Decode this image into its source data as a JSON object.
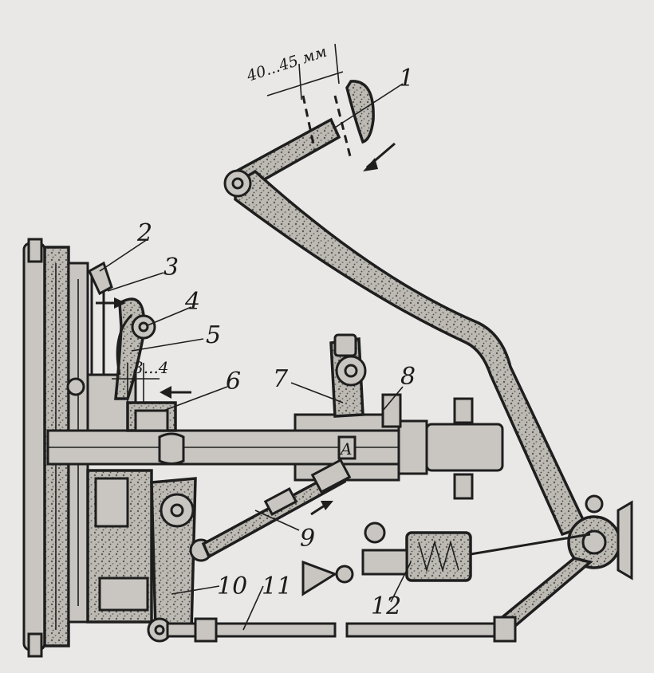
{
  "dimensions": {
    "pedal_free_play": "40...45 мм",
    "release_gap": "3...4"
  },
  "callouts": [
    "1",
    "2",
    "3",
    "4",
    "5",
    "6",
    "7",
    "8",
    "9",
    "10",
    "11",
    "12"
  ],
  "colors": {
    "ink": "#1e1e1e",
    "paper": "#e9e8e6",
    "metal": "#c9c6c1"
  }
}
